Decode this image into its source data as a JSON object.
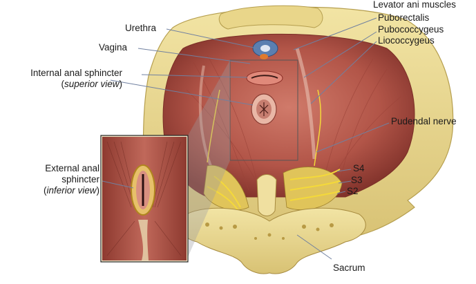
{
  "labels": {
    "urethra": "Urethra",
    "vagina": "Vagina",
    "internal_sphincter": "Internal anal sphincter",
    "superior_view": "superior view",
    "levator_ani": "Levator ani muscles",
    "puborectalis": "Puborectalis",
    "pubococcygeus": "Pubococcygeus",
    "iliococcygeus": "Liococcygeus",
    "pudendal_nerve": "Pudendal nerve",
    "s4": "S4",
    "s3": "S3",
    "s2": "S2",
    "sacrum": "Sacrum",
    "external_line1": "External anal",
    "external_line2": "sphincter",
    "inferior_view": "inferior view"
  },
  "colors": {
    "bone": "#e8d78c",
    "bone_dark": "#c9b25a",
    "muscle": "#b85a4e",
    "muscle_dark": "#8e3a32",
    "nerve": "#e0c030",
    "leader": "#6a7a9a"
  }
}
